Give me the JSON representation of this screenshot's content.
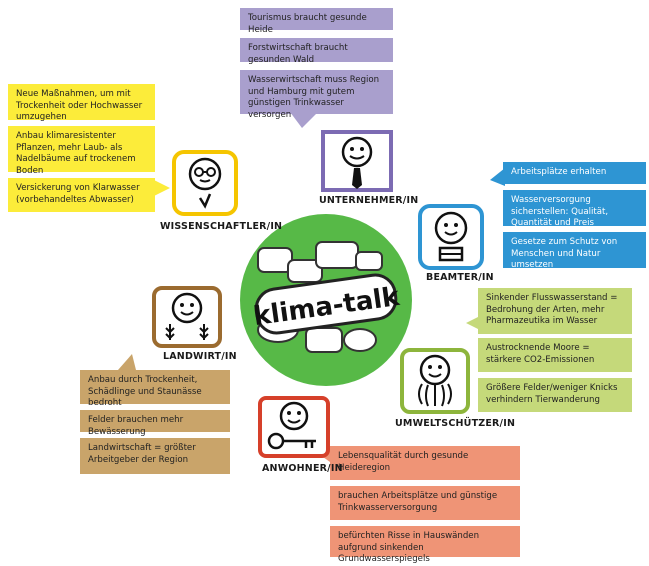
{
  "center": {
    "logo_text": "klima-talk"
  },
  "roles": {
    "unternehmer": {
      "label": "UNTERNEHMER/IN"
    },
    "wissenschaftler": {
      "label": "WISSENSCHAFTLER/IN"
    },
    "beamter": {
      "label": "BEAMTER/IN"
    },
    "landwirt": {
      "label": "LANDWIRT/IN"
    },
    "umweltschuetzer": {
      "label": "UMWELTSCHÜTZER/IN"
    },
    "anwohner": {
      "label": "ANWOHNER/IN"
    }
  },
  "statements": {
    "unternehmer": [
      "Tourismus braucht gesunde Heide",
      "Forstwirtschaft braucht gesunden Wald",
      "Wasserwirtschaft muss Region und Hamburg mit gutem günstigen Trinkwasser versorgen"
    ],
    "wissenschaftler": [
      "Neue Maßnahmen, um mit Trockenheit oder Hochwasser umzugehen",
      "Anbau klimaresistenter Pflanzen, mehr Laub- als Nadelbäume auf trockenem Boden",
      "Versickerung von Klarwasser (vorbehandeltes Abwasser)"
    ],
    "beamter": [
      "Arbeitsplätze erhalten",
      "Wasserversorgung sicherstellen: Qualität, Quantität und Preis",
      "Gesetze zum Schutz von Menschen und Natur umsetzen"
    ],
    "umweltschuetzer": [
      "Sinkender Flusswasserstand = Bedrohung der Arten, mehr Pharmazeutika im Wasser",
      "Austrocknende Moore = stärkere CO2-Emissionen",
      "Größere Felder/weniger Knicks verhindern Tierwanderung"
    ],
    "landwirt": [
      "Anbau durch Trockenheit, Schädlinge und Staunässe bedroht",
      "Felder brauchen mehr Bewässerung",
      "Landwirtschaft = größter Arbeitgeber der Region"
    ],
    "anwohner": [
      "Lebensqualität durch gesunde Heideregion",
      "brauchen Arbeitsplätze und günstige Trinkwasserversorgung",
      "befürchten Risse in Hauswänden aufgrund sinkenden Grundwasserspiegels"
    ]
  },
  "colors": {
    "purple": "#a99fcd",
    "blue": "#2e95d3",
    "yellow": "#fcec3a",
    "green": "#c5d97a",
    "brown": "#c9a46a",
    "salmon": "#ef9476",
    "center_circle": "#57b947"
  }
}
